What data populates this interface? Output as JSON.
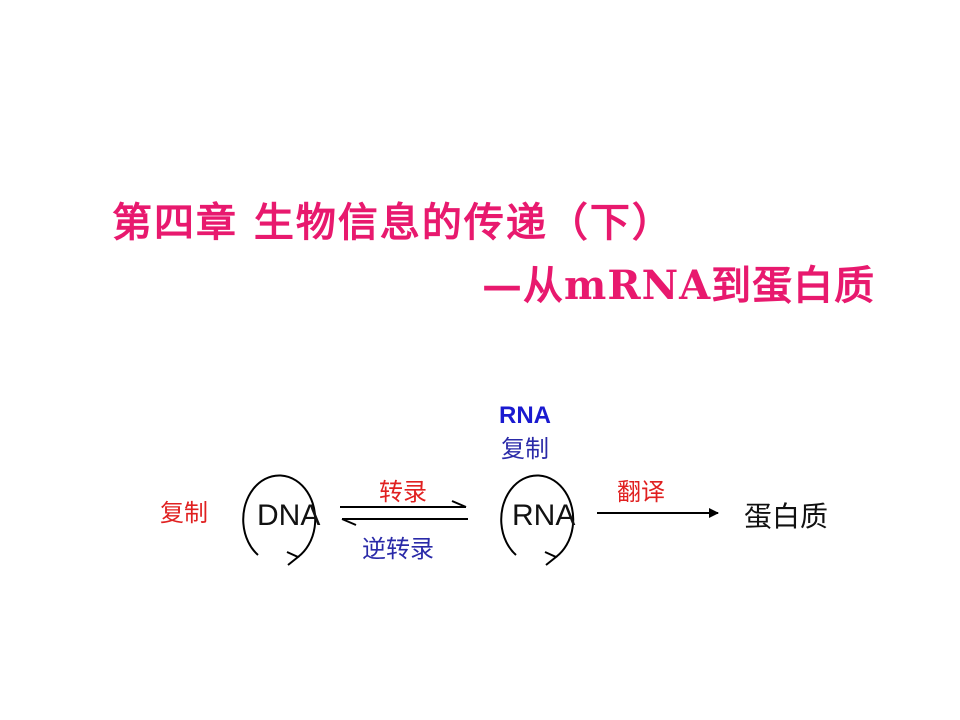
{
  "slide": {
    "title_line1": "第四章 生物信息的传递（下）",
    "title_line2": "—从mRNA到蛋白质"
  },
  "diagram": {
    "dna_label": "DNA",
    "rna_label": "RNA",
    "protein_label": "蛋白质",
    "dna_replication": "复制",
    "rna_replication_title": "RNA",
    "rna_replication": "复制",
    "transcription": "转录",
    "reverse_transcription": "逆转录",
    "translation": "翻译"
  },
  "colors": {
    "title": "#e8196e",
    "red_label": "#e02020",
    "blue_label": "#2a2aa8",
    "rna_title": "#1a1ad0"
  }
}
